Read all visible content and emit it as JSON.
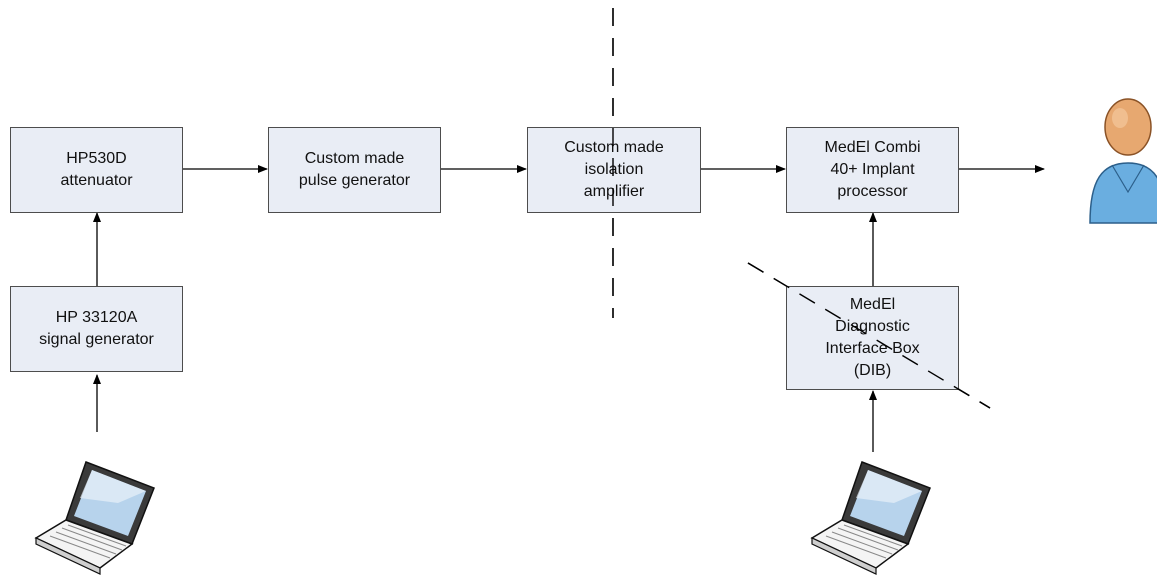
{
  "boxes": {
    "attenuator": [
      "HP530D",
      "attenuator"
    ],
    "signal_generator": [
      "HP 33120A",
      "signal generator"
    ],
    "pulse_generator": [
      "Custom made",
      "pulse generator"
    ],
    "isolation_amplifier": [
      "Custom made",
      "isolation",
      "amplifier"
    ],
    "implant_processor": [
      "MedEl Combi",
      "40+ Implant",
      "processor"
    ],
    "dib": [
      "MedEl",
      "Diagnostic",
      "Interface Box",
      "(DIB)"
    ]
  },
  "colors": {
    "box_fill": "#e9edf5",
    "box_border": "#4d4d4d",
    "arrow": "#000000",
    "person_head": "#e7a870",
    "person_body": "#6aaee0"
  },
  "icons": {
    "laptop_left": "laptop-icon",
    "laptop_right": "laptop-icon",
    "person": "person-icon"
  }
}
